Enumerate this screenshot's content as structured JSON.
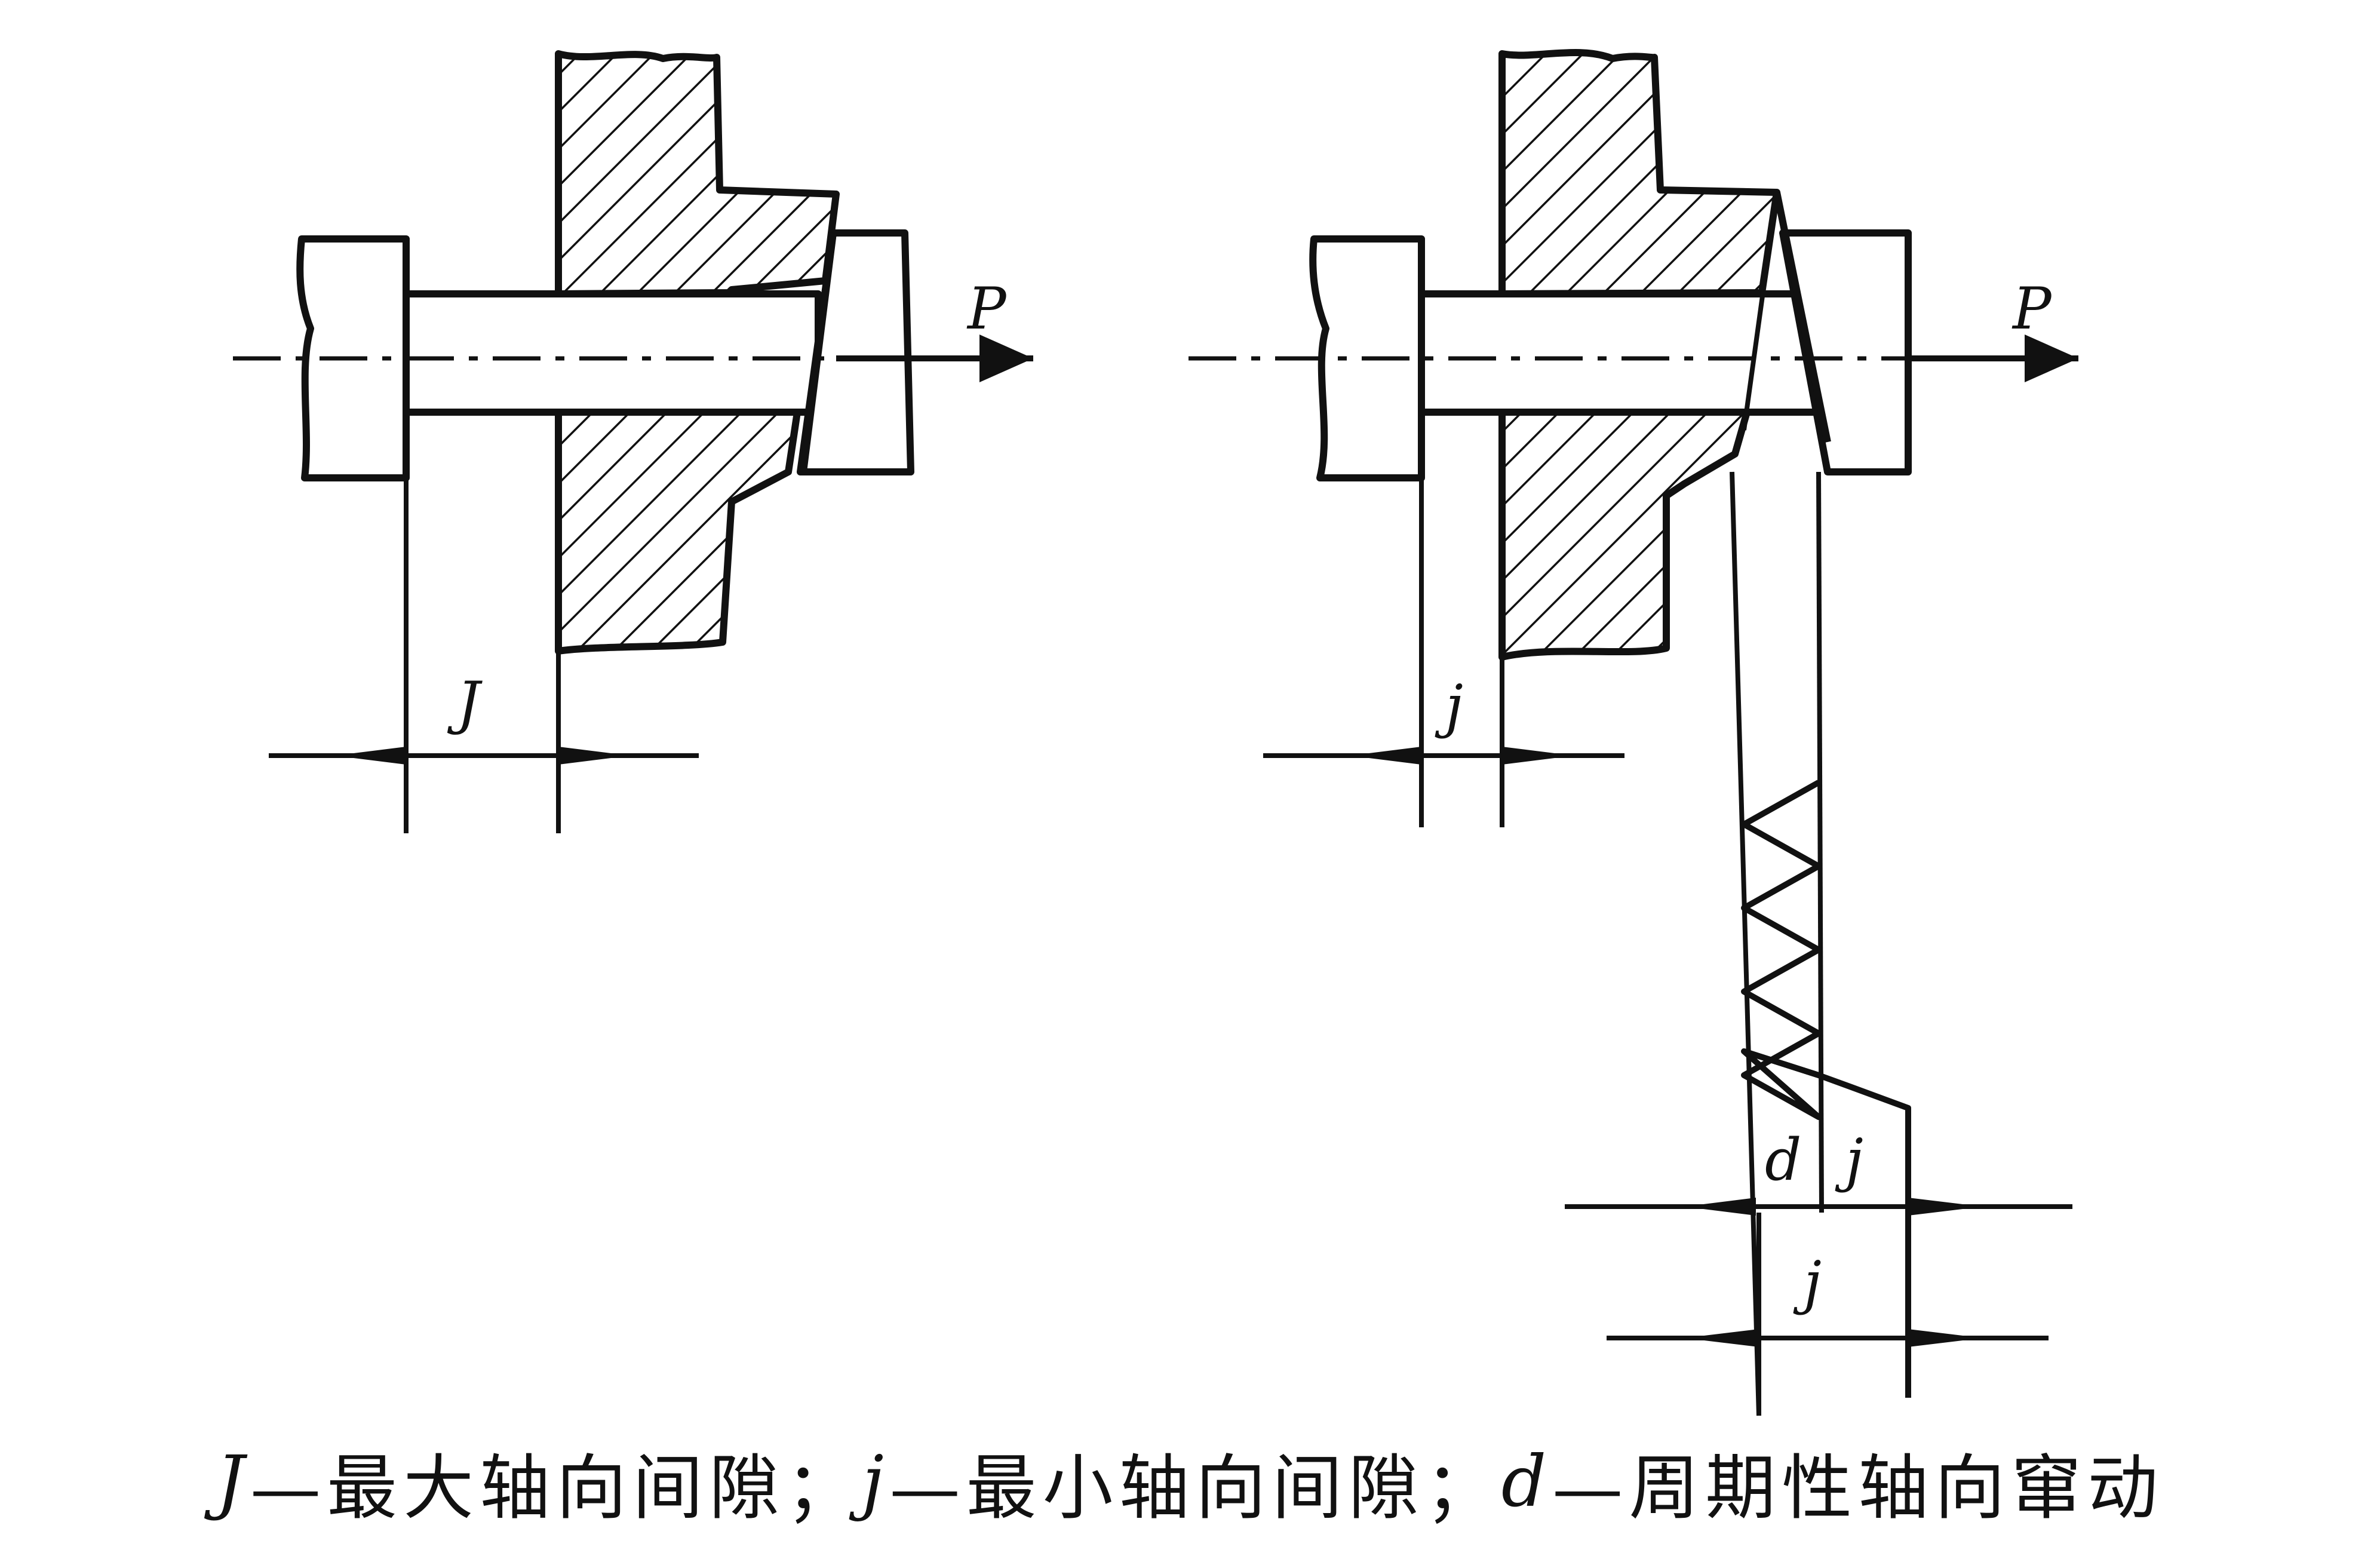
{
  "diagram": {
    "left": {
      "force_label": "P",
      "gap_label": "J"
    },
    "right": {
      "force_label": "P",
      "gap_label": "j",
      "d_label": "d",
      "j_label_upper": "j",
      "j_label_lower": "j"
    }
  },
  "caption": {
    "sym1": "J",
    "text1": "—最大轴向间隙；",
    "sym2": "j",
    "text2": "—最小轴向间隙；",
    "sym3": "d",
    "text3": "—周期性轴向窜动"
  },
  "colors": {
    "ink": "#111111",
    "background": "#ffffff"
  }
}
